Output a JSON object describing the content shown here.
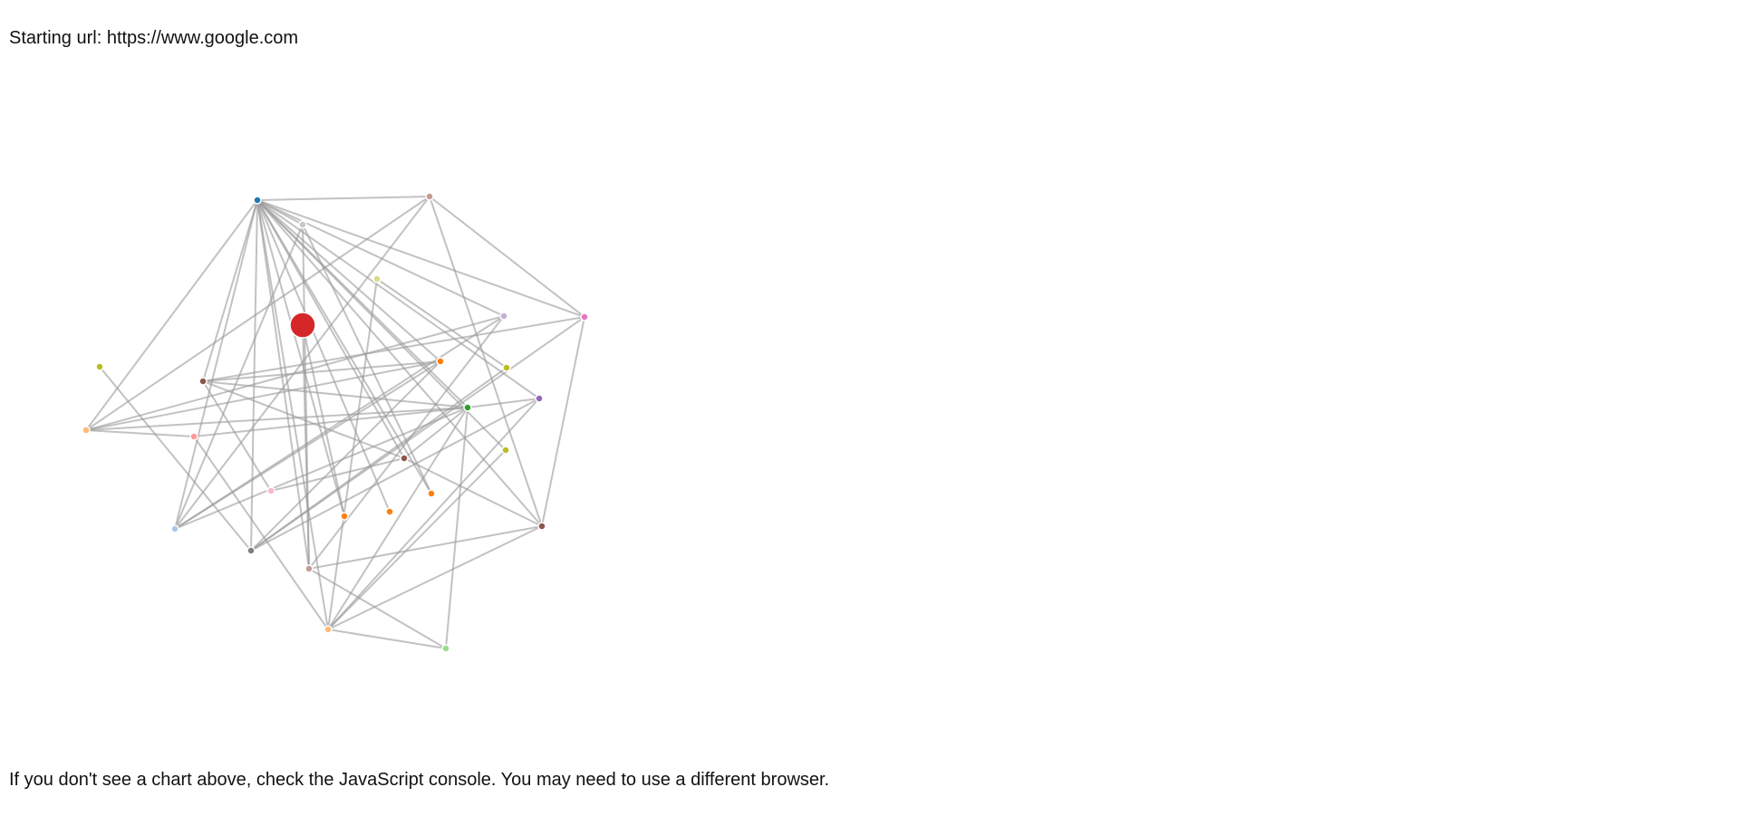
{
  "header": {
    "starting_url_text": "Starting url: https://www.google.com"
  },
  "footer": {
    "message": "If you don't see a chart above, check the JavaScript console. You may need to use a different browser."
  },
  "graph": {
    "nodes": [
      {
        "id": "n0",
        "color": "#1f77b4",
        "major": false
      },
      {
        "id": "n1",
        "color": "#c49c94",
        "major": false
      },
      {
        "id": "n2",
        "color": "#e377c2",
        "major": false
      },
      {
        "id": "n3",
        "color": "#d62728",
        "major": true
      },
      {
        "id": "n4",
        "color": "#dbdb8d",
        "major": false
      },
      {
        "id": "n5",
        "color": "#c5b0d5",
        "major": false
      },
      {
        "id": "n6",
        "color": "#bcbd22",
        "major": false
      },
      {
        "id": "n7",
        "color": "#ffbb78",
        "major": false
      },
      {
        "id": "n8",
        "color": "#8c564b",
        "major": false
      },
      {
        "id": "n9",
        "color": "#ff7f0e",
        "major": false
      },
      {
        "id": "n10",
        "color": "#bcbd22",
        "major": false
      },
      {
        "id": "n11",
        "color": "#2ca02c",
        "major": false
      },
      {
        "id": "n12",
        "color": "#9467bd",
        "major": false
      },
      {
        "id": "n13",
        "color": "#ff9896",
        "major": false
      },
      {
        "id": "n14",
        "color": "#bcbd22",
        "major": false
      },
      {
        "id": "n15",
        "color": "#f7b6d2",
        "major": false
      },
      {
        "id": "n16",
        "color": "#ff7f0e",
        "major": false
      },
      {
        "id": "n17",
        "color": "#ff7f0e",
        "major": false
      },
      {
        "id": "n18",
        "color": "#ff7f0e",
        "major": false
      },
      {
        "id": "n19",
        "color": "#aec7e8",
        "major": false
      },
      {
        "id": "n20",
        "color": "#7f7f7f",
        "major": false
      },
      {
        "id": "n21",
        "color": "#8c564b",
        "major": false
      },
      {
        "id": "n22",
        "color": "#c49c94",
        "major": false
      },
      {
        "id": "n23",
        "color": "#ffbb78",
        "major": false
      },
      {
        "id": "n24",
        "color": "#98df8a",
        "major": false
      },
      {
        "id": "n25",
        "color": "#c7c7c7",
        "major": false
      },
      {
        "id": "n26",
        "color": "#8c564b",
        "major": false
      }
    ],
    "links": [
      [
        "n0",
        "n1"
      ],
      [
        "n0",
        "n2"
      ],
      [
        "n0",
        "n5"
      ],
      [
        "n0",
        "n9"
      ],
      [
        "n0",
        "n11"
      ],
      [
        "n0",
        "n12"
      ],
      [
        "n0",
        "n14"
      ],
      [
        "n0",
        "n16"
      ],
      [
        "n0",
        "n17"
      ],
      [
        "n0",
        "n18"
      ],
      [
        "n0",
        "n19"
      ],
      [
        "n0",
        "n20"
      ],
      [
        "n0",
        "n21"
      ],
      [
        "n0",
        "n22"
      ],
      [
        "n0",
        "n23"
      ],
      [
        "n0",
        "n7"
      ],
      [
        "n0",
        "n8"
      ],
      [
        "n0",
        "n26"
      ],
      [
        "n0",
        "n25"
      ],
      [
        "n1",
        "n7"
      ],
      [
        "n1",
        "n21"
      ],
      [
        "n1",
        "n19"
      ],
      [
        "n1",
        "n2"
      ],
      [
        "n2",
        "n8"
      ],
      [
        "n2",
        "n21"
      ],
      [
        "n2",
        "n20"
      ],
      [
        "n3",
        "n16"
      ],
      [
        "n3",
        "n22"
      ],
      [
        "n4",
        "n23"
      ],
      [
        "n4",
        "n10"
      ],
      [
        "n5",
        "n19"
      ],
      [
        "n5",
        "n22"
      ],
      [
        "n5",
        "n7"
      ],
      [
        "n6",
        "n20"
      ],
      [
        "n7",
        "n9"
      ],
      [
        "n7",
        "n11"
      ],
      [
        "n7",
        "n13"
      ],
      [
        "n8",
        "n26"
      ],
      [
        "n8",
        "n11"
      ],
      [
        "n8",
        "n9"
      ],
      [
        "n9",
        "n19"
      ],
      [
        "n9",
        "n20"
      ],
      [
        "n10",
        "n20"
      ],
      [
        "n11",
        "n12"
      ],
      [
        "n11",
        "n24"
      ],
      [
        "n11",
        "n19"
      ],
      [
        "n11",
        "n23"
      ],
      [
        "n11",
        "n13"
      ],
      [
        "n11",
        "n26"
      ],
      [
        "n12",
        "n20"
      ],
      [
        "n12",
        "n23"
      ],
      [
        "n13",
        "n23"
      ],
      [
        "n14",
        "n23"
      ],
      [
        "n15",
        "n8"
      ],
      [
        "n15",
        "n26"
      ],
      [
        "n21",
        "n22"
      ],
      [
        "n21",
        "n23"
      ],
      [
        "n21",
        "n26"
      ],
      [
        "n22",
        "n24"
      ],
      [
        "n22",
        "n25"
      ],
      [
        "n23",
        "n24"
      ],
      [
        "n25",
        "n19"
      ],
      [
        "n25",
        "n18"
      ]
    ]
  }
}
